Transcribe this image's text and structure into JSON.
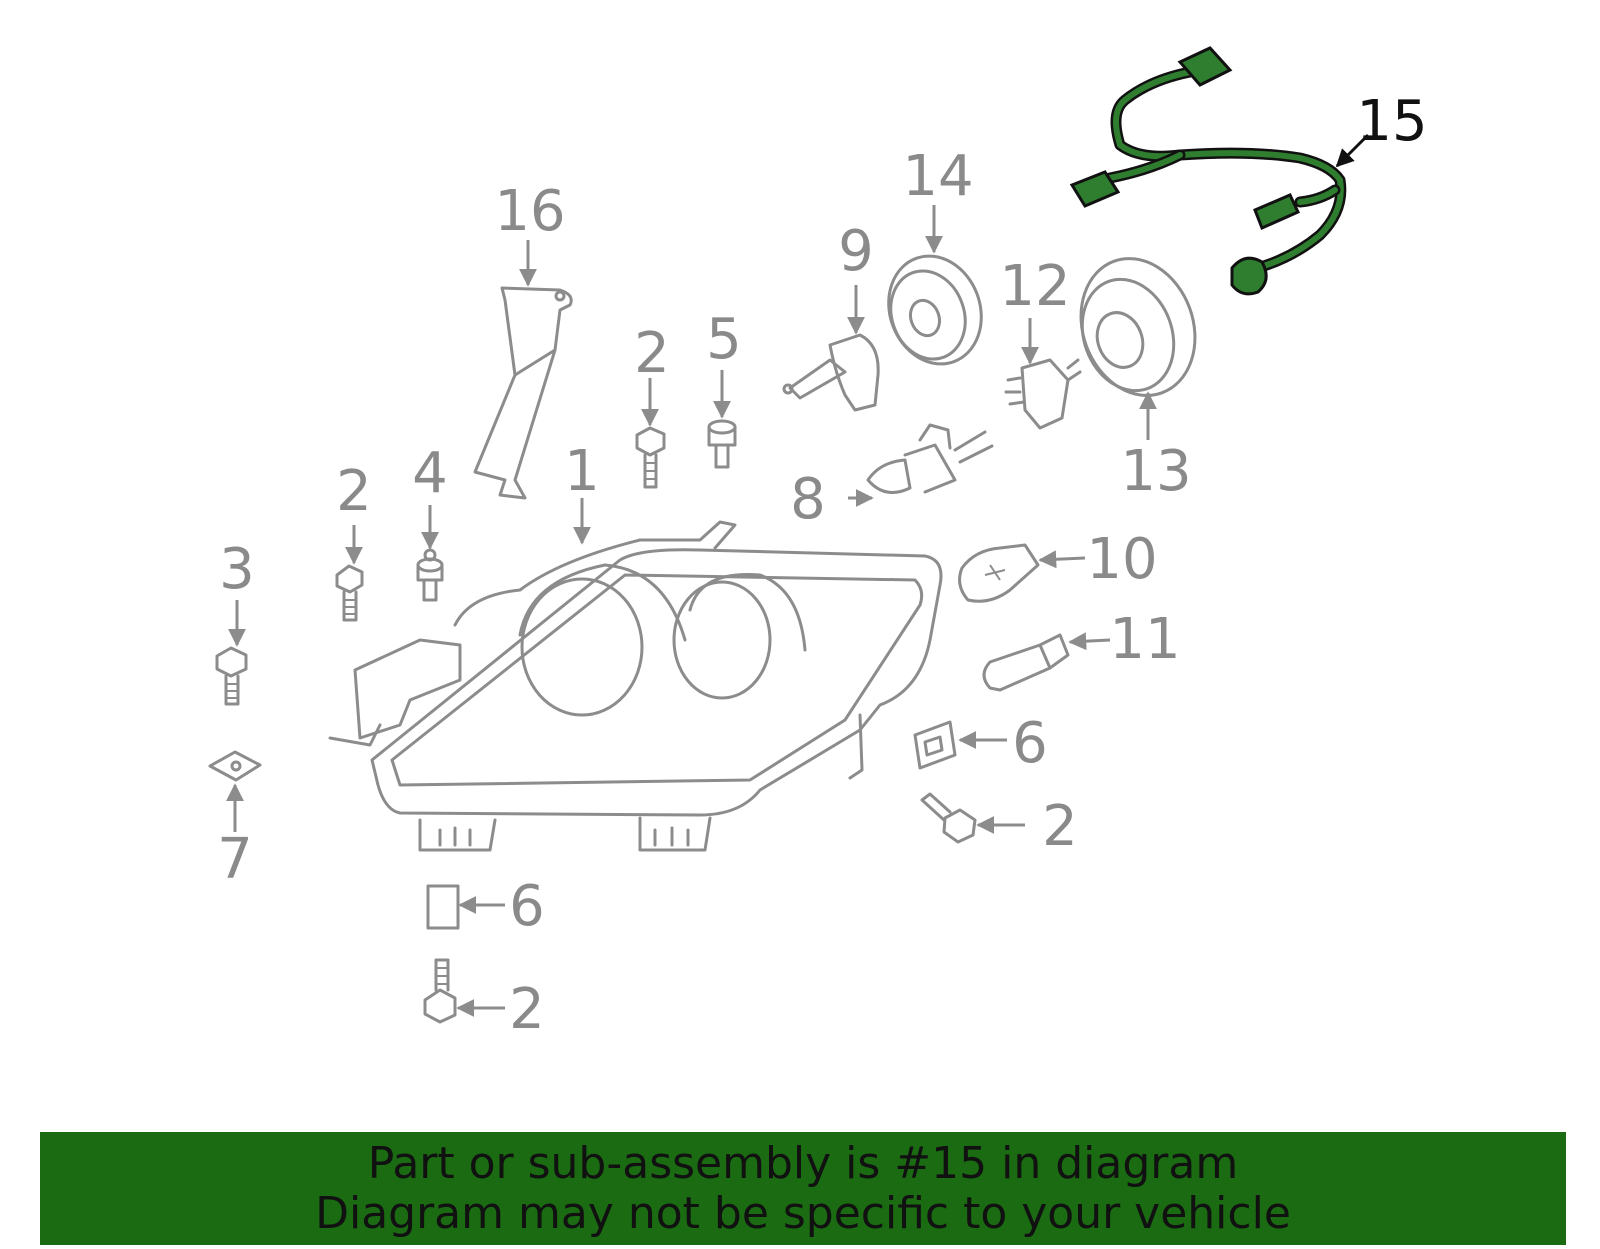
{
  "callouts": {
    "c1": "1",
    "c2a": "2",
    "c2b": "2",
    "c2c": "2",
    "c2d": "2",
    "c3": "3",
    "c4": "4",
    "c5": "5",
    "c6a": "6",
    "c6b": "6",
    "c7": "7",
    "c8": "8",
    "c9": "9",
    "c10": "10",
    "c11": "11",
    "c12": "12",
    "c13": "13",
    "c14": "14",
    "c15": "15",
    "c16": "16"
  },
  "highlight": {
    "part_number": "15",
    "color": "#1a6b12",
    "wire_color": "#2f7d2f"
  },
  "banner": {
    "line1": "Part or sub-assembly is #15 in diagram",
    "line2": "Diagram may not be specific to your vehicle"
  }
}
